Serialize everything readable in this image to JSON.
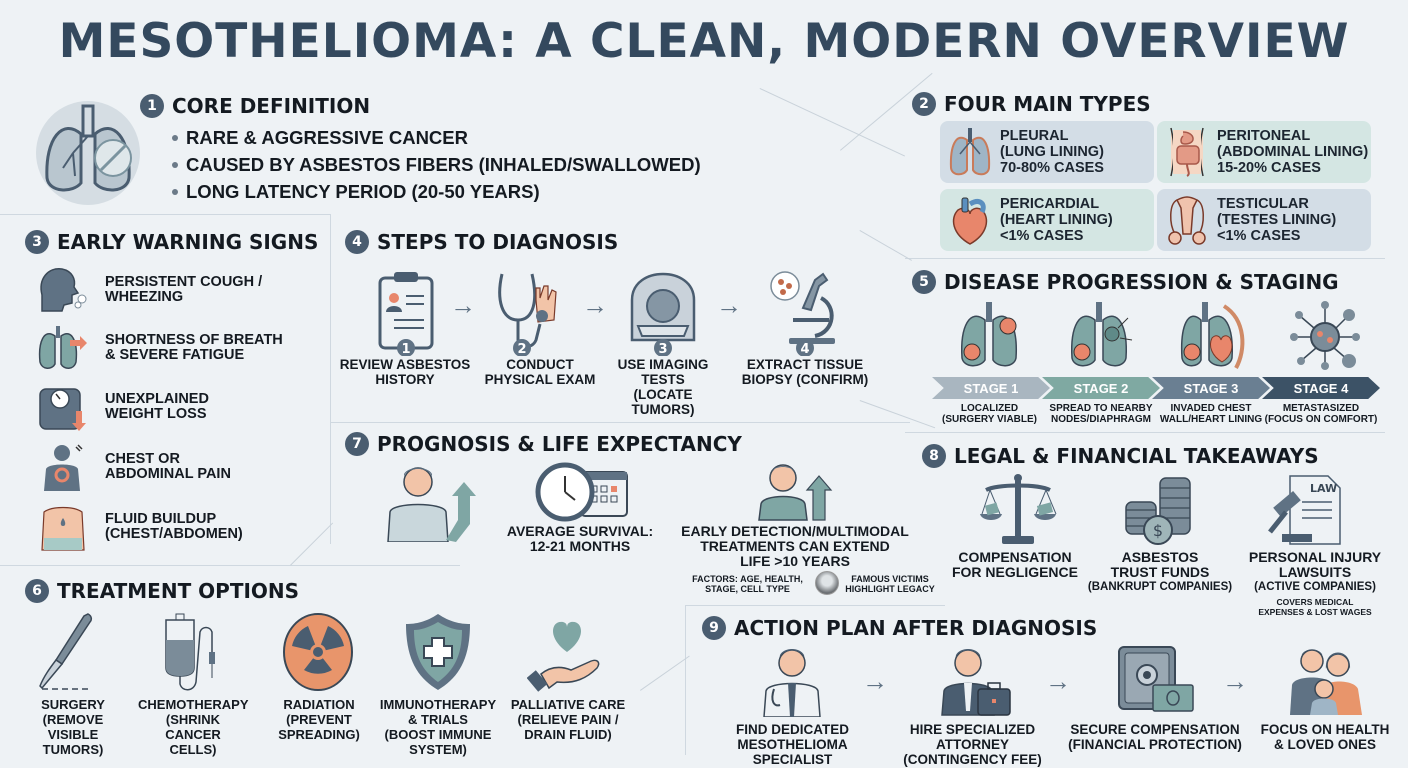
{
  "title": "MESOTHELIOMA: A CLEAN, MODERN OVERVIEW",
  "colors": {
    "background": "#eef2f5",
    "heading": "#34495e",
    "badge": "#4a5d70",
    "teal": "#6fa39c",
    "orange": "#e8956b",
    "slate": "#5f7284"
  },
  "core_definition": {
    "number": "1",
    "title": "CORE DEFINITION",
    "icon": "lungs-asbestos-icon",
    "bullets": [
      "RARE & AGGRESSIVE CANCER",
      "CAUSED BY ASBESTOS FIBERS (INHALED/SWALLOWED)",
      "LONG LATENCY PERIOD (20-50 YEARS)"
    ]
  },
  "types": {
    "number": "2",
    "title": "FOUR MAIN TYPES",
    "items": [
      {
        "name": "PLEURAL",
        "location": "(LUNG LINING)",
        "share": "70-80% CASES",
        "icon": "lungs-icon"
      },
      {
        "name": "PERITONEAL",
        "location": "(ABDOMINAL LINING)",
        "share": "15-20% CASES",
        "icon": "abdomen-icon"
      },
      {
        "name": "PERICARDIAL",
        "location": "(HEART LINING)",
        "share": "<1% CASES",
        "icon": "heart-icon"
      },
      {
        "name": "TESTICULAR",
        "location": "(TESTES LINING)",
        "share": "<1% CASES",
        "icon": "testes-icon"
      }
    ]
  },
  "warning_signs": {
    "number": "3",
    "title": "EARLY WARNING SIGNS",
    "items": [
      {
        "line1": "PERSISTENT COUGH /",
        "line2": "WHEEZING",
        "icon": "cough-icon"
      },
      {
        "line1": "SHORTNESS OF BREATH",
        "line2": "& SEVERE FATIGUE",
        "icon": "lungs-breath-icon"
      },
      {
        "line1": "UNEXPLAINED",
        "line2": "WEIGHT LOSS",
        "icon": "scale-icon"
      },
      {
        "line1": "CHEST OR",
        "line2": "ABDOMINAL PAIN",
        "icon": "chest-pain-icon"
      },
      {
        "line1": "FLUID BUILDUP",
        "line2": "(CHEST/ABDOMEN)",
        "icon": "fluid-torso-icon"
      }
    ]
  },
  "diagnosis": {
    "number": "4",
    "title": "STEPS TO DIAGNOSIS",
    "steps": [
      {
        "step": "1",
        "line1": "REVIEW ASBESTOS",
        "line2": "HISTORY",
        "line3": "",
        "line4": "",
        "icon": "clipboard-icon"
      },
      {
        "step": "2",
        "line1": "CONDUCT",
        "line2": "PHYSICAL EXAM",
        "line3": "",
        "line4": "",
        "icon": "stethoscope-icon"
      },
      {
        "step": "3",
        "line1": "USE IMAGING",
        "line2": "TESTS",
        "line3": "(LOCATE",
        "line4": "TUMORS)",
        "icon": "ct-scanner-icon"
      },
      {
        "step": "4",
        "line1": "EXTRACT TISSUE",
        "line2": "BIOPSY (CONFIRM)",
        "line3": "",
        "line4": "",
        "icon": "microscope-icon"
      }
    ]
  },
  "staging": {
    "number": "5",
    "title": "DISEASE PROGRESSION & STAGING",
    "stages": [
      {
        "label": "STAGE 1",
        "line1": "LOCALIZED",
        "line2": "(SURGERY VIABLE)",
        "color": "#a9b6c0"
      },
      {
        "label": "STAGE 2",
        "line1": "SPREAD TO NEARBY",
        "line2": "NODES/DIAPHRAGM",
        "color": "#7fa9a2"
      },
      {
        "label": "STAGE 3",
        "line1": "INVADED CHEST",
        "line2": "WALL/HEART LINING",
        "color": "#6a7f92"
      },
      {
        "label": "STAGE 4",
        "line1": "METASTASIZED",
        "line2": "(FOCUS ON COMFORT)",
        "color": "#3c5266"
      }
    ]
  },
  "treatment": {
    "number": "6",
    "title": "TREATMENT OPTIONS",
    "items": [
      {
        "line1": "SURGERY",
        "line2": "(REMOVE VISIBLE",
        "line3": "TUMORS)",
        "line4": "",
        "icon": "scalpel-icon"
      },
      {
        "line1": "CHEMOTHERAPY",
        "line2": "(SHRINK CANCER",
        "line3": "CELLS)",
        "line4": "",
        "icon": "iv-bag-icon"
      },
      {
        "line1": "RADIATION",
        "line2": "(PREVENT",
        "line3": "SPREADING)",
        "line4": "",
        "icon": "radiation-icon"
      },
      {
        "line1": "IMMUNOTHERAPY",
        "line2": "& TRIALS",
        "line3": "(BOOST IMMUNE",
        "line4": "SYSTEM)",
        "icon": "shield-cross-icon"
      },
      {
        "line1": "PALLIATIVE CARE",
        "line2": "(RELIEVE PAIN /",
        "line3": "DRAIN FLUID)",
        "line4": "",
        "icon": "heart-hand-icon"
      }
    ]
  },
  "prognosis": {
    "number": "7",
    "title": "PROGNOSIS & LIFE EXPECTANCY",
    "survival_line1": "AVERAGE SURVIVAL:",
    "survival_line2": "12-21 MONTHS",
    "extend_line1": "EARLY DETECTION/MULTIMODAL",
    "extend_line2": "TREATMENTS CAN EXTEND",
    "extend_line3": "LIFE >10 YEARS",
    "factors_line1": "FACTORS: AGE, HEALTH,",
    "factors_line2": "STAGE, CELL TYPE",
    "famous_line1": "FAMOUS VICTIMS",
    "famous_line2": "HIGHLIGHT LEGACY"
  },
  "legal": {
    "number": "8",
    "title": "LEGAL & FINANCIAL TAKEAWAYS",
    "items": [
      {
        "line1": "COMPENSATION",
        "line2": "FOR NEGLIGENCE",
        "line3": "",
        "icon": "scales-icon"
      },
      {
        "line1": "ASBESTOS",
        "line2": "TRUST FUNDS",
        "line3": "(BANKRUPT COMPANIES)",
        "icon": "coins-icon"
      },
      {
        "line1": "PERSONAL INJURY",
        "line2": "LAWSUITS",
        "line3": "(ACTIVE COMPANIES)",
        "icon": "gavel-law-icon"
      }
    ],
    "law_text": "LAW",
    "covers_line1": "COVERS MEDICAL",
    "covers_line2": "EXPENSES & LOST WAGES"
  },
  "action_plan": {
    "number": "9",
    "title": "ACTION PLAN AFTER DIAGNOSIS",
    "steps": [
      {
        "line1": "FIND DEDICATED",
        "line2": "MESOTHELIOMA SPECIALIST",
        "icon": "doctor-icon"
      },
      {
        "line1": "HIRE SPECIALIZED ATTORNEY",
        "line2": "(CONTINGENCY FEE)",
        "icon": "attorney-icon"
      },
      {
        "line1": "SECURE COMPENSATION",
        "line2": "(FINANCIAL PROTECTION)",
        "icon": "safe-money-icon"
      },
      {
        "line1": "FOCUS ON HEALTH",
        "line2": "& LOVED ONES",
        "icon": "family-icon"
      }
    ]
  }
}
